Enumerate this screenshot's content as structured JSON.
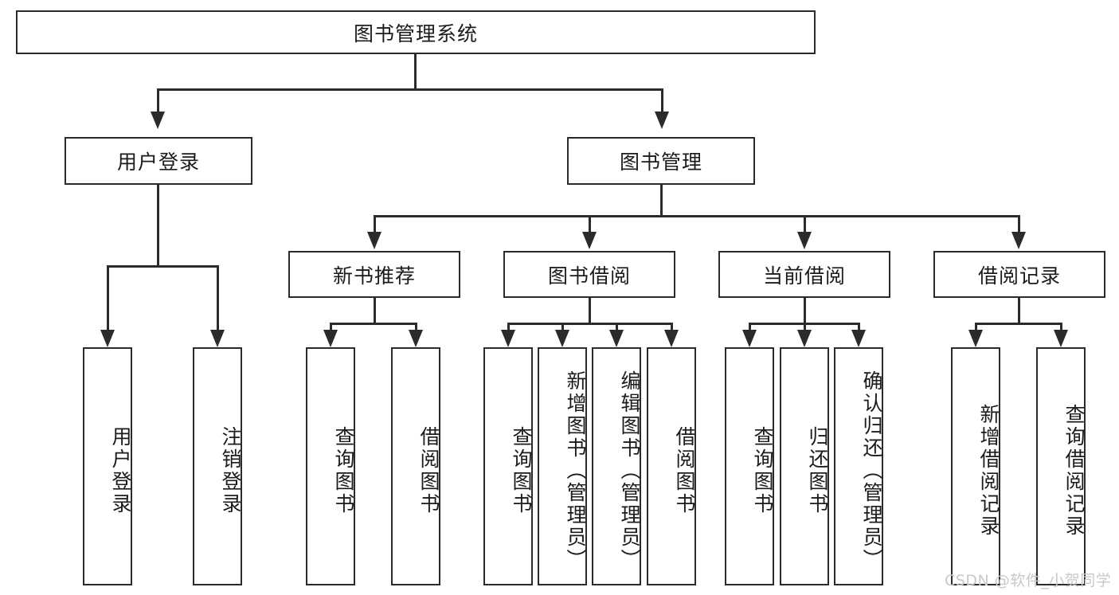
{
  "diagram": {
    "title_node": {
      "label": "图书管理系统"
    },
    "level1": [
      {
        "id": "user-login",
        "label": "用户登录"
      },
      {
        "id": "book-management",
        "label": "图书管理"
      }
    ],
    "level2": [
      {
        "id": "new-book-recommend",
        "label": "新书推荐"
      },
      {
        "id": "book-borrow",
        "label": "图书借阅"
      },
      {
        "id": "current-borrow",
        "label": "当前借阅"
      },
      {
        "id": "borrow-record",
        "label": "借阅记录"
      }
    ],
    "leaves": {
      "user_login": [
        {
          "id": "leaf-user-login",
          "label": "用户登录"
        },
        {
          "id": "leaf-logout-login",
          "label": "注销登录"
        }
      ],
      "new_book_recommend": [
        {
          "id": "leaf-query-book-1",
          "label": "查询图书"
        },
        {
          "id": "leaf-borrow-book-1",
          "label": "借阅图书"
        }
      ],
      "book_borrow": [
        {
          "id": "leaf-query-book-2",
          "label": "查询图书"
        },
        {
          "id": "leaf-add-book",
          "label": "新增图书（管理员）"
        },
        {
          "id": "leaf-edit-book",
          "label": "编辑图书（管理员）"
        },
        {
          "id": "leaf-borrow-book-2",
          "label": "借阅图书"
        }
      ],
      "current_borrow": [
        {
          "id": "leaf-query-book-3",
          "label": "查询图书"
        },
        {
          "id": "leaf-return-book",
          "label": "归还图书"
        },
        {
          "id": "leaf-confirm-return",
          "label": "确认归还（管理员）"
        }
      ],
      "borrow_record": [
        {
          "id": "leaf-add-record",
          "label": "新增借阅记录"
        },
        {
          "id": "leaf-query-record",
          "label": "查询借阅记录"
        }
      ]
    }
  },
  "watermark": {
    "text": "CSDN @软件_小贺同学"
  },
  "colors": {
    "stroke": "#2b2b2b",
    "background": "#ffffff",
    "text": "#1b1b1b",
    "watermark": "#c9c9c9"
  }
}
